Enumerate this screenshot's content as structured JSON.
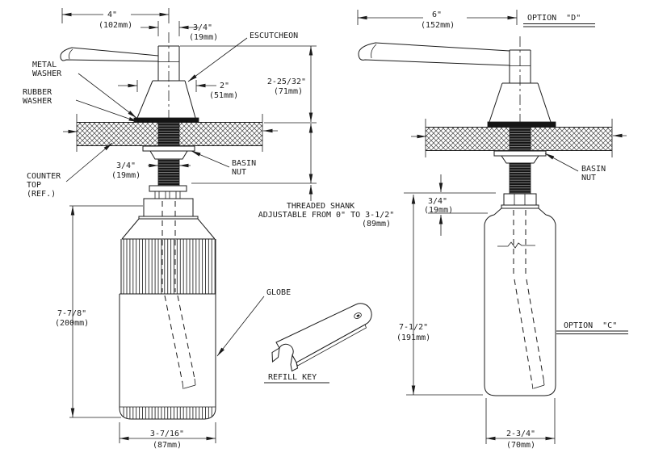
{
  "colors": {
    "line": "#1b1b1b",
    "background": "#ffffff",
    "hatch": "#444444",
    "thread_fill": "#141414"
  },
  "left_view": {
    "dims": {
      "spout_reach": {
        "in": "4\"",
        "mm": "(102mm)"
      },
      "spout_dia": {
        "in": "3/4\"",
        "mm": "(19mm)"
      },
      "escutcheon_dia": {
        "in": "2\"",
        "mm": "(51mm)"
      },
      "above_counter": {
        "in": "2-25/32\"",
        "mm": "(71mm)"
      },
      "shank_dia": {
        "in": "3/4\"",
        "mm": "(19mm)"
      },
      "body_height": {
        "in": "7-7/8\"",
        "mm": "(200mm)"
      },
      "body_dia": {
        "in": "3-7/16\"",
        "mm": "(87mm)"
      }
    },
    "labels": {
      "metal_washer": {
        "l1": "METAL",
        "l2": "WASHER"
      },
      "rubber_washer": {
        "l1": "RUBBER",
        "l2": "WASHER"
      },
      "escutcheon": "ESCUTCHEON",
      "counter_top": {
        "l1": "COUNTER",
        "l2": "TOP",
        "l3": "(REF.)"
      },
      "basin_nut": {
        "l1": "BASIN",
        "l2": "NUT"
      },
      "globe": "GLOBE",
      "refill_key": "REFILL KEY"
    },
    "notes": {
      "shank": {
        "l1": "THREADED SHANK",
        "l2": "ADJUSTABLE FROM 0\" TO 3-1/2\"",
        "l3": "(89mm)"
      }
    }
  },
  "right_view": {
    "dims": {
      "spout_reach": {
        "in": "6\"",
        "mm": "(152mm)"
      },
      "shank_exposed": {
        "in": "3/4\"",
        "mm": "(19mm)"
      },
      "body_height": {
        "in": "7-1/2\"",
        "mm": "(191mm)"
      },
      "body_dia": {
        "in": "2-3/4\"",
        "mm": "(70mm)"
      }
    },
    "labels": {
      "basin_nut": {
        "l1": "BASIN",
        "l2": "NUT"
      },
      "option_d": "OPTION  \"D\"",
      "option_c": "OPTION  \"C\""
    }
  }
}
